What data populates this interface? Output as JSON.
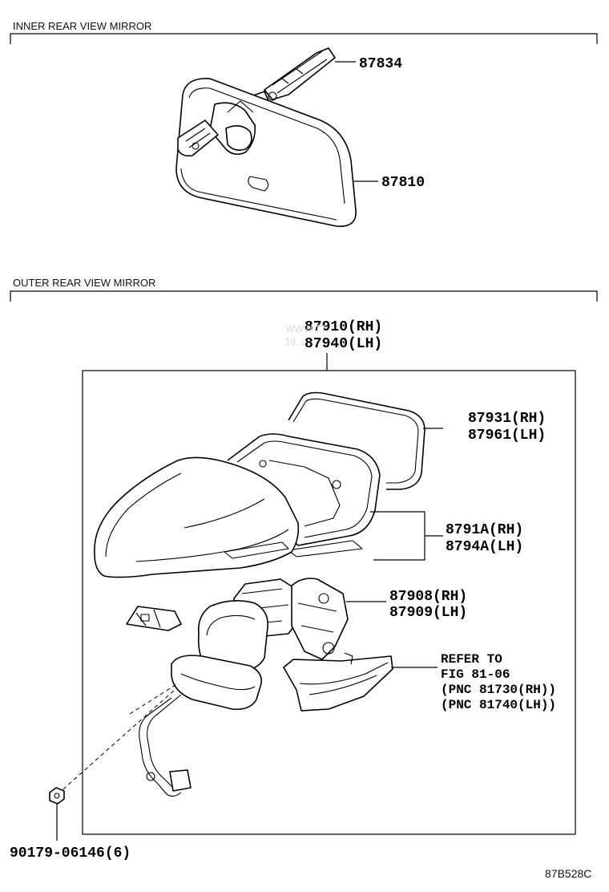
{
  "sections": {
    "inner_title": "INNER REAR VIEW MIRROR",
    "outer_title": "OUTER REAR VIEW MIRROR"
  },
  "callouts": {
    "p87834": "87834",
    "p87810": "87810",
    "p87910": "87910(RH)",
    "p87940": "87940(LH)",
    "p87931": "87931(RH)",
    "p87961": "87961(LH)",
    "p8791A": "8791A(RH)",
    "p8794A": "8794A(LH)",
    "p87908": "87908(RH)",
    "p87909": "87909(LH)",
    "refer_1": "REFER TO",
    "refer_2": "FIG 81-06",
    "refer_3": "(PNC 81730(RH))",
    "refer_4": "(PNC 81740(LH))",
    "p90179": "90179-06146(6)"
  },
  "watermark_1": "WWW.TT...",
  "watermark_2": "19...",
  "diagram_code": "87B528C"
}
